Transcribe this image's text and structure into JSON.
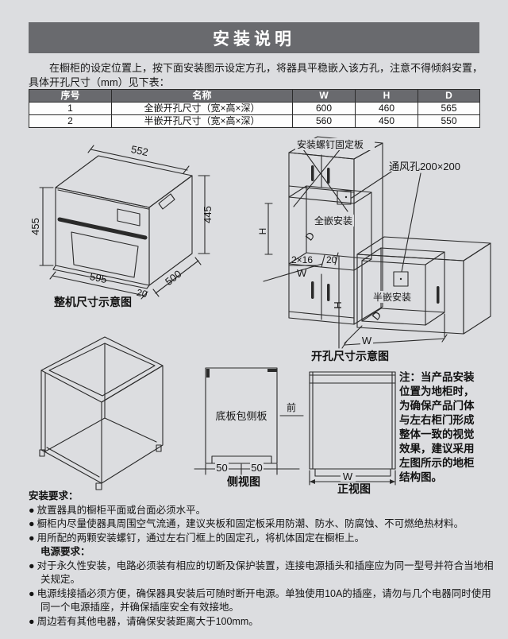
{
  "page": {
    "background": "#dcdde0",
    "accent": "#696a6e"
  },
  "header": {
    "title": "安装说明"
  },
  "intro": {
    "line1": "在橱柜的设定位置上，按下面安装图示设定方孔，将器具平稳嵌入该方孔，注意不得倾斜安置，",
    "line2": "具体开孔尺寸（mm）见下表："
  },
  "spec_table": {
    "headers": [
      "序号",
      "名称",
      "W",
      "H",
      "D"
    ],
    "rows": [
      [
        "1",
        "全嵌开孔尺寸（宽×高×深）",
        "600",
        "460",
        "565"
      ],
      [
        "2",
        "半嵌开孔尺寸（宽×高×深）",
        "560",
        "450",
        "550"
      ]
    ]
  },
  "oven_diagram": {
    "caption": "整机尺寸示意图",
    "dim_top": "552",
    "dim_left": "455",
    "dim_right": "445",
    "dim_bottom": "595",
    "dim_depth": "500",
    "dim_lip": "20"
  },
  "cutout_diagram": {
    "caption": "开孔尺寸示意图",
    "screw_plate_label": "安装螺钉固定板",
    "vent_label": "通风孔200×200",
    "full_recessed_label": "全嵌安装",
    "semi_recessed_label": "半嵌安装",
    "dim_screws": "2×16",
    "dim_gap": "20",
    "dim_w": "W",
    "dim_h": "H",
    "dim_d": "D"
  },
  "side_view": {
    "caption": "侧视图",
    "panel_label": "底板包侧板",
    "front_label": "前",
    "dims": [
      "50",
      "50"
    ]
  },
  "front_view": {
    "caption": "正视图",
    "dim_w": "W"
  },
  "note": {
    "text": "注：当产品安装位置为地柜时，为确保产品门体与左右柜门形成整体一致的视觉效果，建议采用左图所示的地柜结构图。"
  },
  "requirements": {
    "bullet": "●",
    "title": "安装要求：",
    "items": [
      "放置器具的橱柜平面或台面必须水平。",
      "橱柜内尽量使器具周围空气流通，建议夹板和固定板采用防潮、防水、防腐蚀、不可燃绝热材料。",
      "用所配的两颗安装螺钉，通过左右门框上的固定孔，将机体固定在橱柜上。"
    ],
    "power_title": "电源要求：",
    "power_items": [
      "对于永久性安装，电路必须装有相应的切断及保护装置，连接电源插头和插座应为同一型号并符合当地相关规定。",
      "电源线接插必须方便，确保器具安装后可随时断开电源。单独使用10A的插座，请勿与几个电器同时使用同一个电源插座，并确保插座安全有效接地。",
      "周边若有其他电器，请确保安装距离大于100mm。"
    ]
  }
}
